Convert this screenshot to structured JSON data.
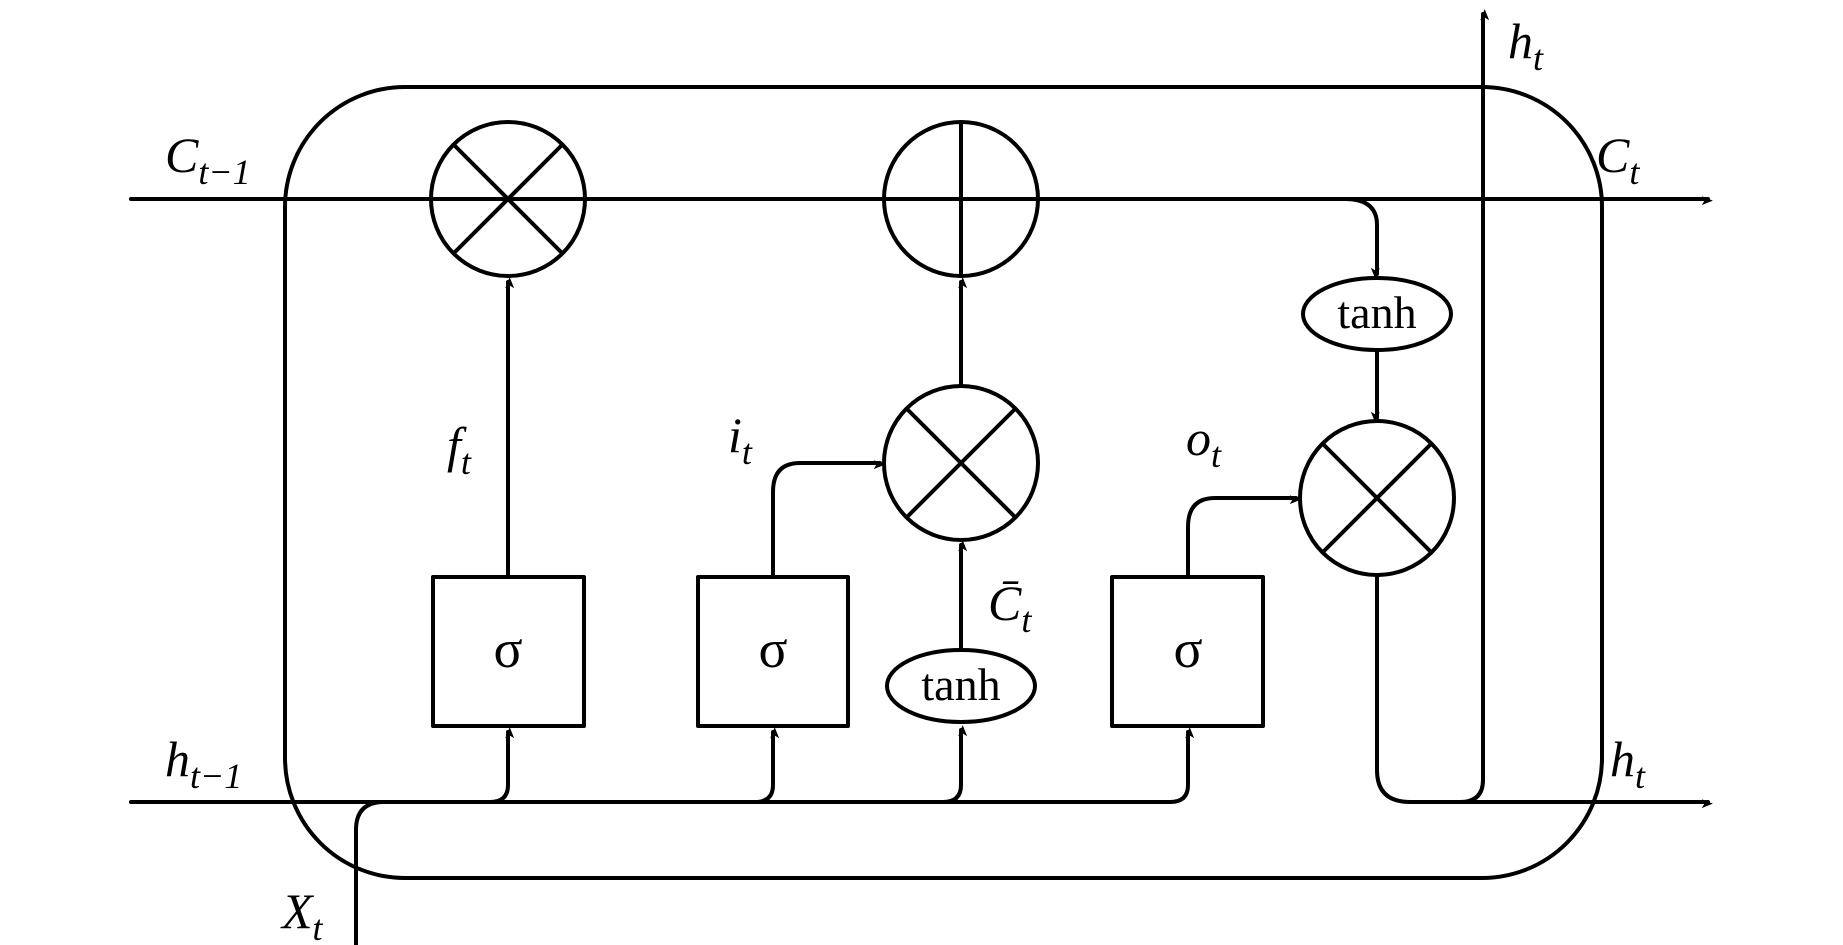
{
  "diagram": {
    "inputs": {
      "c_prev": {
        "main": "C",
        "sub": "t−1"
      },
      "h_prev": {
        "main": "h",
        "sub": "t−1"
      },
      "x": {
        "main": "X",
        "sub": "t"
      }
    },
    "outputs": {
      "c": {
        "main": "C",
        "sub": "t"
      },
      "h_right": {
        "main": "h",
        "sub": "t"
      },
      "h_top": {
        "main": "h",
        "sub": "t"
      }
    },
    "gates": {
      "forget": {
        "main": "f",
        "sub": "t",
        "activation": "σ"
      },
      "input": {
        "main": "i",
        "sub": "t",
        "activation": "σ"
      },
      "candidate": {
        "main": "C̄",
        "sub": "t",
        "activation": "tanh"
      },
      "output": {
        "main": "o",
        "sub": "t",
        "activation": "σ"
      }
    },
    "cell_tanh": "tanh",
    "stroke_color": "#000000",
    "background_color": "#ffffff"
  }
}
